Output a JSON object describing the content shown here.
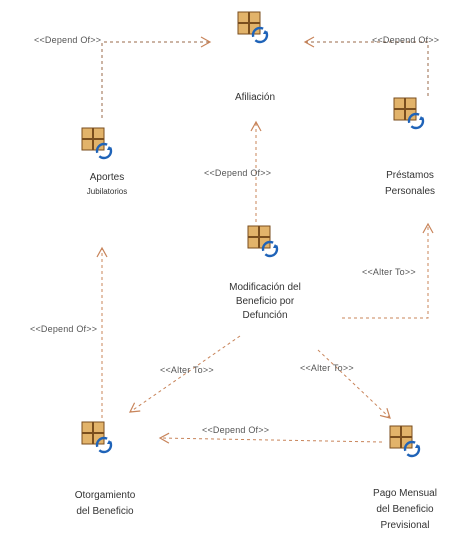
{
  "nodes": {
    "afiliacion": {
      "label": "Afiliación"
    },
    "aportes": {
      "label_line1": "Aportes",
      "label_line2": "Jubilatorios"
    },
    "prestamos": {
      "label_line1": "Préstamos",
      "label_line2": "Personales"
    },
    "modificacion": {
      "label_line1": "Modificación del",
      "label_line2": "Beneficio por",
      "label_line3": "Defunción"
    },
    "otorgamiento": {
      "label_line1": "Otorgamiento",
      "label_line2": "del Beneficio"
    },
    "pago": {
      "label_line1": "Pago Mensual",
      "label_line2": "del Beneficio",
      "label_line3": "Previsional"
    }
  },
  "edges": {
    "aportes_afiliacion": "<<Depend Of>>",
    "prestamos_afiliacion": "<<Depend Of>>",
    "modificacion_afiliacion": "<<Depend Of>>",
    "modificacion_prestamos": "<<Alter To>>",
    "otorgamiento_aportes": "<<Depend Of>>",
    "modificacion_otorgamiento": "<<Alter To>>",
    "modificacion_pago": "<<Alter To>>",
    "pago_otorgamiento": "<<Depend Of>>"
  },
  "colors": {
    "edge": "#c8845a",
    "edge_dark": "#9a6a4a",
    "icon_box": "#e2b36a",
    "icon_dark": "#7a4e1e",
    "cycle": "#1f63b8"
  },
  "icon_name": "use-case-cycle-icon"
}
